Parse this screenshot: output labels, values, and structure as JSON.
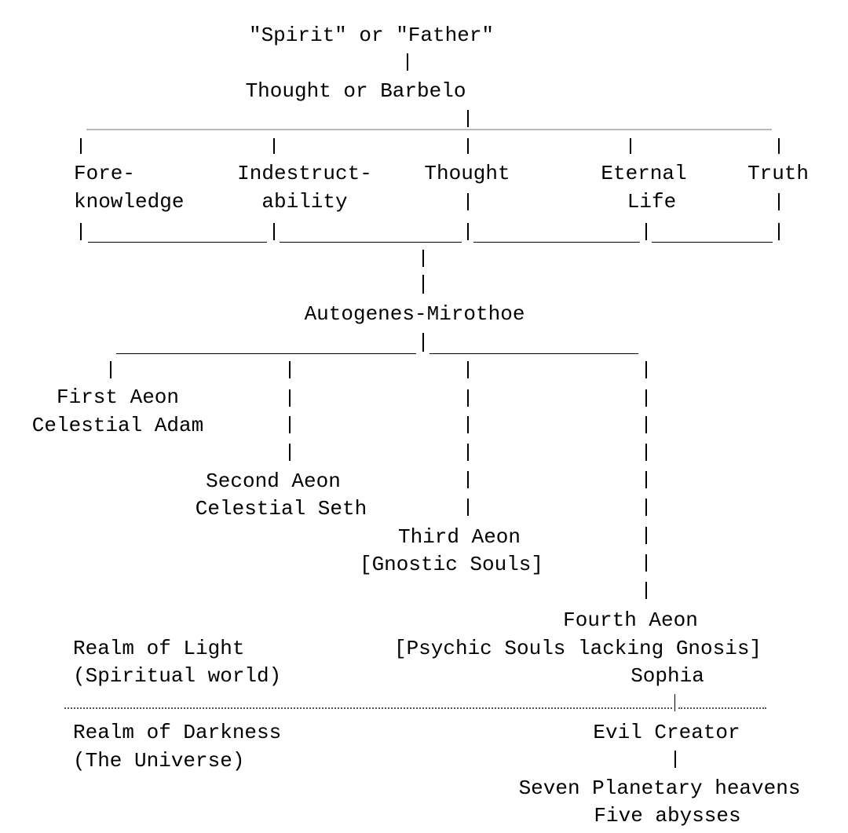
{
  "nodes": {
    "spirit": "\"Spirit\" or \"Father\"",
    "barbelo": "Thought or Barbelo",
    "foreknowledge_1": "Fore-",
    "foreknowledge_2": "knowledge",
    "indestructibility_1": "Indestruct-",
    "indestructibility_2": "ability",
    "thought": "Thought",
    "eternal_life_1": "Eternal",
    "eternal_life_2": "Life",
    "truth": "Truth",
    "autogenes": "Autogenes-Mirothoe",
    "first_aeon_1": "First Aeon",
    "first_aeon_2": "Celestial Adam",
    "second_aeon_1": "Second Aeon",
    "second_aeon_2": "Celestial Seth",
    "third_aeon_1": "Third Aeon",
    "third_aeon_2": "[Gnostic Souls]",
    "fourth_aeon_1": "Fourth Aeon",
    "fourth_aeon_2": "[Psychic Souls lacking Gnosis]",
    "sophia": "Sophia",
    "evil_creator": "Evil Creator",
    "planetary_1": "Seven Planetary heavens",
    "planetary_2": "Five abysses"
  },
  "realms": {
    "light_1": "Realm of Light",
    "light_2": "(Spiritual world)",
    "darkness_1": "Realm of Darkness",
    "darkness_2": "(The Universe)"
  }
}
